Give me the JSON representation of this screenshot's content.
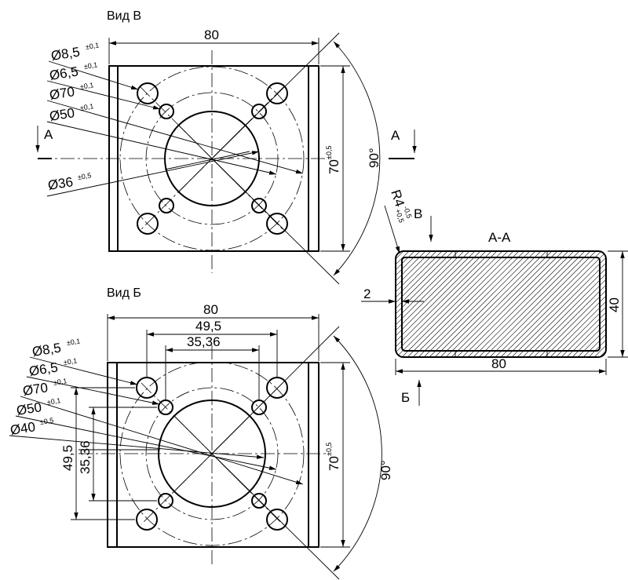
{
  "view_b": {
    "title": "Вид В",
    "dim_width": "80",
    "dim_height": "70",
    "dim_height_tol": "±0,5",
    "angle": "90°",
    "callouts": [
      {
        "label": "Ø8,5",
        "tol": "±0,1"
      },
      {
        "label": "Ø6,5",
        "tol": "±0,1"
      },
      {
        "label": "Ø70",
        "tol": "±0,1"
      },
      {
        "label": "Ø50",
        "tol": "±0,1"
      },
      {
        "label": "Ø36",
        "tol": "±0,5"
      }
    ],
    "section_mark": "А"
  },
  "view_bb": {
    "title": "Вид Б",
    "dim_width": "80",
    "dim_holes_outer": "49,5",
    "dim_holes_inner": "35,36",
    "dim_v_outer": "49,5",
    "dim_v_inner": "35,36",
    "dim_height": "70",
    "dim_height_tol": "±0,5",
    "angle": "90°",
    "callouts": [
      {
        "label": "Ø8,5",
        "tol": "±0,1"
      },
      {
        "label": "Ø6,5",
        "tol": "±0,1"
      },
      {
        "label": "Ø70",
        "tol": "±0,1"
      },
      {
        "label": "Ø50",
        "tol": "±0,1"
      },
      {
        "label": "Ø40",
        "tol": "±0,5"
      }
    ]
  },
  "section": {
    "title": "А-А",
    "mark_right": "А",
    "view_mark_top": "В",
    "view_mark_bottom": "Б",
    "radius": "R4",
    "radius_tol_upper": "-0,5",
    "radius_tol_lower": "+0,5",
    "dim_wall": "2",
    "dim_height": "40",
    "dim_width": "80"
  }
}
